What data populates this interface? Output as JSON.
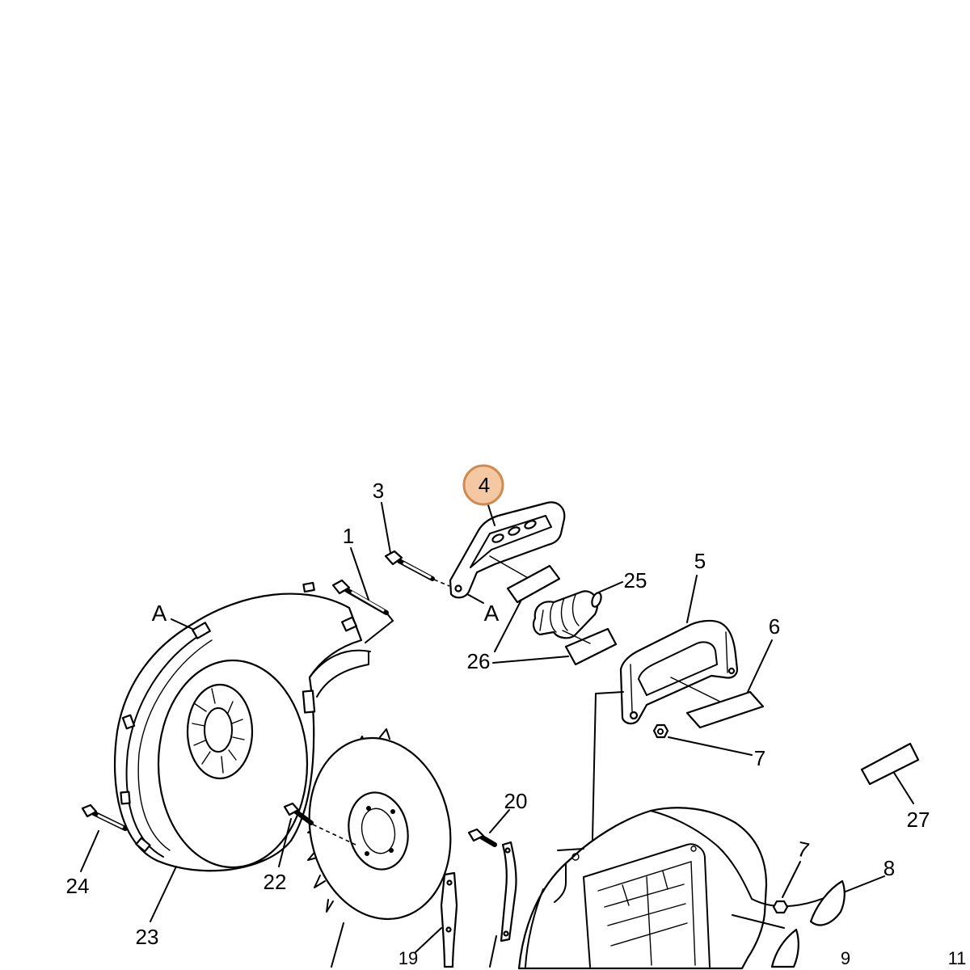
{
  "diagram": {
    "colors": {
      "line": "#000000",
      "background": "#ffffff"
    },
    "highlight": {
      "fill": "#f3c8a2",
      "stroke": "#cf8a50"
    },
    "callouts": [
      {
        "label": "3"
      },
      {
        "label": "4",
        "highlighted": true
      },
      {
        "label": "1"
      },
      {
        "label": "A"
      },
      {
        "label": "A"
      },
      {
        "label": "25"
      },
      {
        "label": "5"
      },
      {
        "label": "6"
      },
      {
        "label": "26"
      },
      {
        "label": "7"
      },
      {
        "label": "27"
      },
      {
        "label": "20"
      },
      {
        "label": "24"
      },
      {
        "label": "22"
      },
      {
        "label": "23"
      },
      {
        "label": "7"
      },
      {
        "label": "8"
      },
      {
        "label": "19"
      },
      {
        "label": "9"
      },
      {
        "label": "11"
      }
    ]
  }
}
